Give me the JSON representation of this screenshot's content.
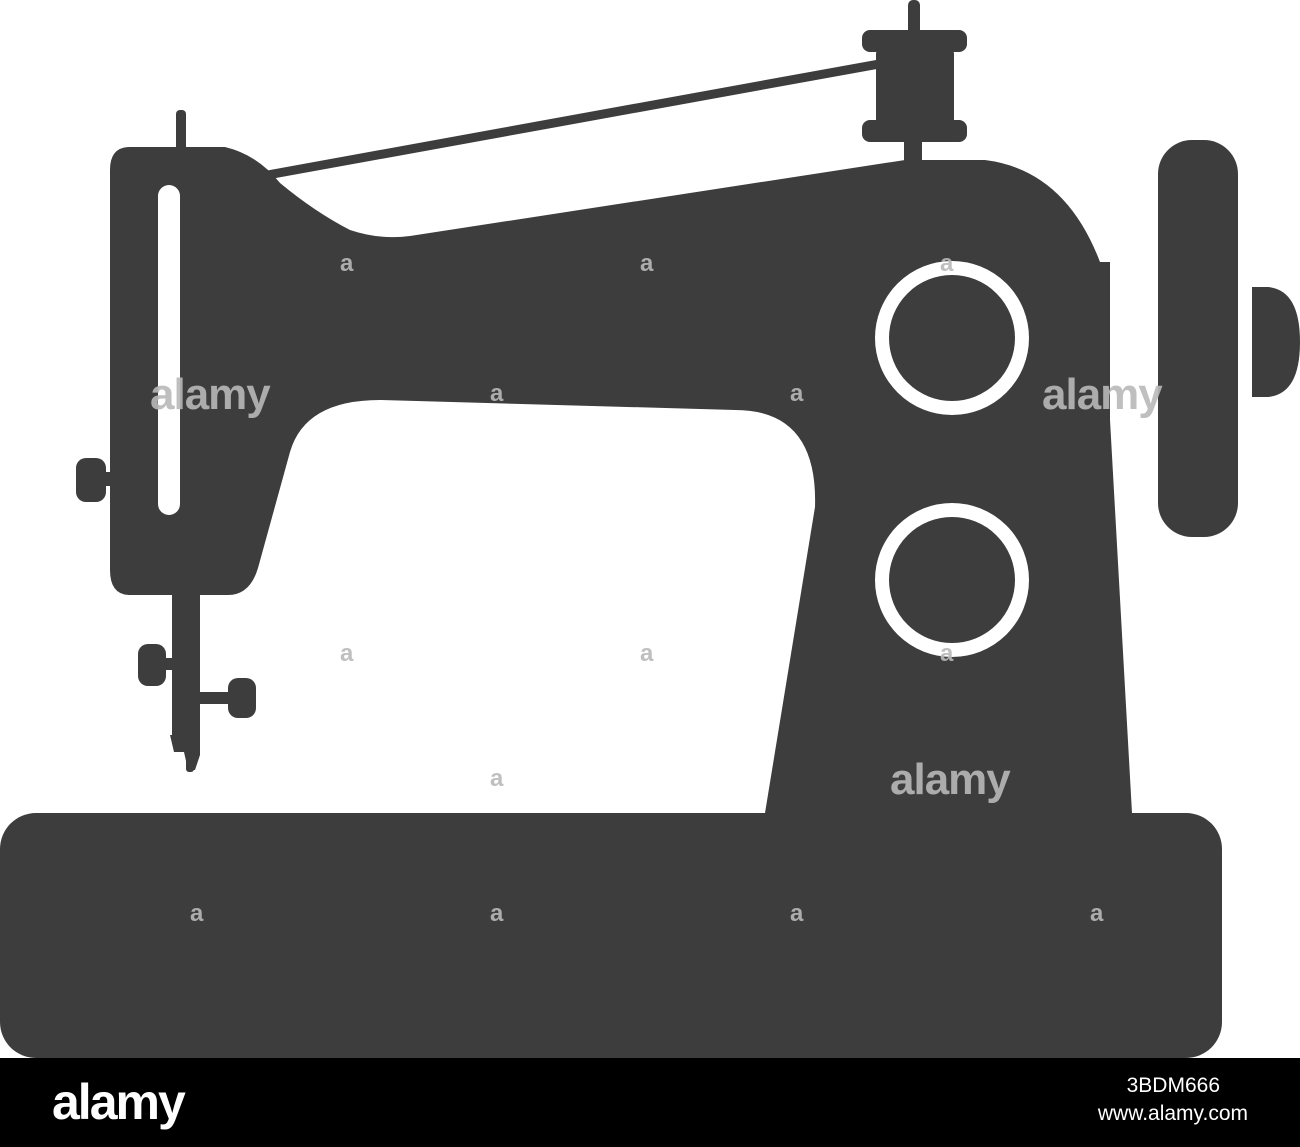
{
  "illustration": {
    "subject": "sewing-machine-icon",
    "fill_color": "#3d3d3d",
    "background_color": "#ffffff",
    "accent_color": "#ffffff"
  },
  "watermark": {
    "brand": "alamy",
    "letter": "a",
    "color": "#b9b9b9"
  },
  "footer": {
    "logo": "alamy",
    "image_id": "3BDM666",
    "url": "www.alamy.com",
    "background_color": "#000000"
  }
}
